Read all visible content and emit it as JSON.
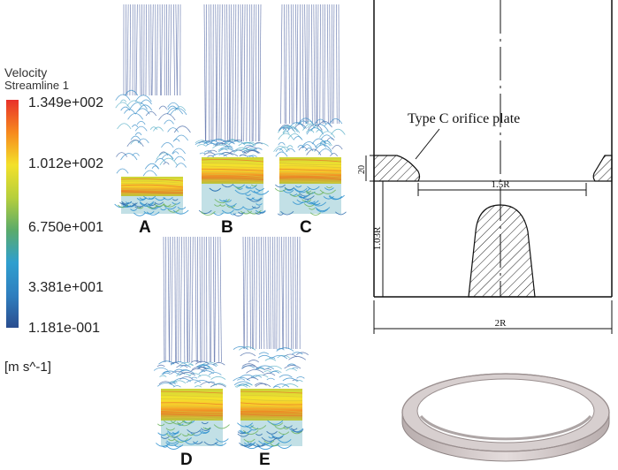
{
  "legend": {
    "title": "Velocity",
    "subtitle": "Streamline 1",
    "ticks": [
      "1.349e+002",
      "1.012e+002",
      "6.750e+001",
      "3.381e+001",
      "1.181e-001"
    ],
    "unit": "[m s^-1]",
    "colors": [
      "#e8312a",
      "#f7891e",
      "#f3e12a",
      "#b6cf3c",
      "#5bab6a",
      "#2f9fcf",
      "#2f7fbf",
      "#2a4d8f"
    ]
  },
  "panels": [
    {
      "label": "A",
      "stream_color": "#5a6ea8"
    },
    {
      "label": "B",
      "stream_color": "#5a6ea8"
    },
    {
      "label": "C",
      "stream_color": "#5a6ea8"
    },
    {
      "label": "D",
      "stream_color": "#5a6ea8"
    },
    {
      "label": "E",
      "stream_color": "#5a6ea8"
    }
  ],
  "drawing": {
    "annotation": "Type C orifice plate",
    "dim_plate_height": "20",
    "dim_opening": "1.5R",
    "dim_height": "1.03R",
    "dim_diameter": "2R"
  },
  "ring": {
    "color": "#d7cfcf",
    "edge_color": "#9a8f8f"
  }
}
